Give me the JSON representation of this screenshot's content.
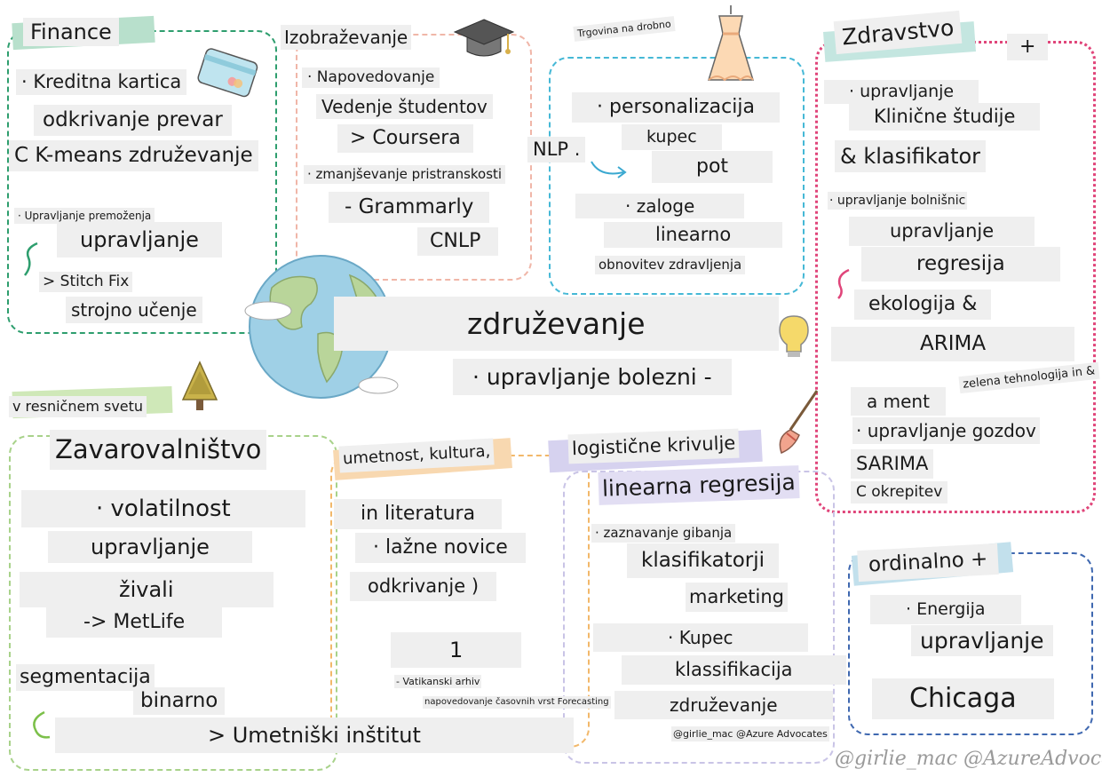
{
  "finance": {
    "title": "Finance",
    "l1": "· Kreditna kartica",
    "l2": "odkrivanje prevar",
    "l3": "C K-means združevanje",
    "l4": "· Upravljanje premoženja",
    "l5": "upravljanje",
    "l6": "> Stitch Fix",
    "l7": "strojno učenje"
  },
  "education": {
    "title": "Izobraževanje",
    "l1": "· Napovedovanje",
    "l2": "Vedenje študentov",
    "l3": "> Coursera",
    "l4": "· zmanjševanje pristranskosti",
    "l5": "- Grammarly",
    "l6": "CNLP"
  },
  "retail": {
    "title": "Trgovina na drobno",
    "l1": "· personalizacija",
    "l2": "NLP .",
    "l3": "kupec",
    "l4": "pot",
    "l5": "· zaloge",
    "l6": "linearno",
    "l7": "obnovitev zdravljenja"
  },
  "health": {
    "title": "Zdravstvo",
    "plus": "+",
    "l1": "· upravljanje",
    "l2": "Klinične študije",
    "l3": "& klasifikator",
    "l4": "· upravljanje bolnišnic",
    "l5": "upravljanje",
    "l6": "regresija",
    "l7": "ekologija &",
    "l8": "ARIMA"
  },
  "center": {
    "l1": "združevanje",
    "l2": "· upravljanje bolezni -"
  },
  "green": {
    "l1": "zelena tehnologija in &",
    "l2": "a ment",
    "l3": "· upravljanje gozdov",
    "l4": "SARIMA",
    "l5": "C okrepitev"
  },
  "realworld": {
    "title": "v resničnem svetu"
  },
  "insurance": {
    "title": "Zavarovalništvo",
    "l1": "· volatilnost",
    "l2": "upravljanje",
    "l3": "živali",
    "l4": "-> MetLife",
    "l5": "segmentacija",
    "l6": "binarno",
    "l7": "> Umetniški inštitut"
  },
  "arts": {
    "title": "umetnost, kultura,",
    "l1": "in literatura",
    "l2": "· lažne novice",
    "l3": "odkrivanje )",
    "l4": "1",
    "l5": "- Vatikanski arhiv",
    "l6": "napovedovanje časovnih vrst Forecasting"
  },
  "marketing": {
    "l1": "logistične krivulje",
    "l2": "linearna regresija",
    "l3": "· zaznavanje gibanja",
    "l4": "klasifikatorji",
    "l5": "marketing",
    "l6": "· Kupec",
    "l7": "klassifikacija",
    "l8": "združevanje",
    "l9": "@girlie_mac @Azure Advocates"
  },
  "energy": {
    "l1": "ordinalno +",
    "l2": "· Energija",
    "l3": "upravljanje",
    "l4": "Chicaga"
  },
  "signature": "@girlie_mac @AzureAdvocates",
  "colors": {
    "finance": "#2e9e6e",
    "education": "#f0b6a8",
    "retail": "#45b8d6",
    "health": "#e0457a",
    "insurance": "#a8d28a",
    "arts": "#f2b86a",
    "marketing": "#c9c4e6",
    "energy": "#3f68b0"
  }
}
